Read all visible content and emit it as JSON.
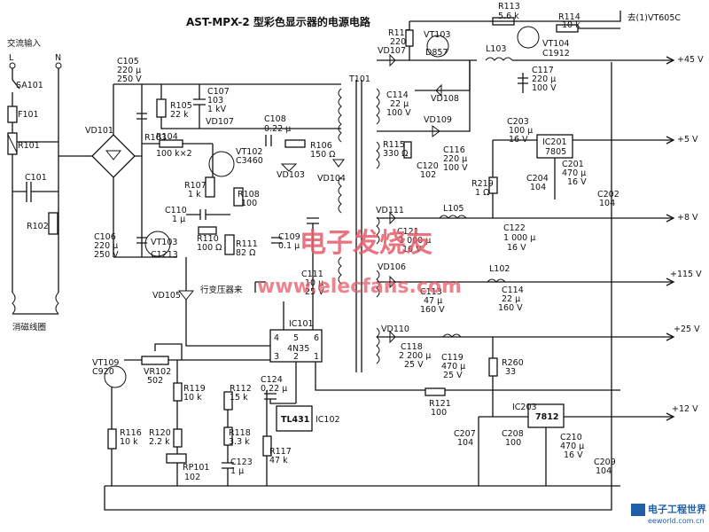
{
  "title": "AST-MPX-2 型彩色显示器的电源电路",
  "ac_input": {
    "label": "交流输入",
    "L": "L",
    "N": "N",
    "switch": "SA101",
    "fuse": "F101",
    "r101": "R101",
    "c101": "C101",
    "r102": "R102",
    "coil": "消磁线圈"
  },
  "rectifier": {
    "label": "VD101"
  },
  "components": {
    "c105": [
      "C105",
      "220 μ",
      "250 V"
    ],
    "c106": [
      "C106",
      "220 μ",
      "250 V"
    ],
    "r103": "R103",
    "r104": [
      "R104",
      "100 k×2"
    ],
    "r105": [
      "R105",
      "22 k"
    ],
    "c107": [
      "C107",
      "103",
      "1 kV"
    ],
    "vd107l": "VD107",
    "c108": [
      "C108",
      "0.22 μ"
    ],
    "vt102": [
      "VT102",
      "C3460"
    ],
    "vd103": "VD103",
    "r106": [
      "R106",
      "150 Ω"
    ],
    "vd104": "VD104",
    "r107": [
      "R107",
      "1 k"
    ],
    "r108": [
      "R108",
      "100"
    ],
    "c110": [
      "C110",
      "1 μ"
    ],
    "vt103l": [
      "VT103",
      "C1213"
    ],
    "r110": [
      "R110",
      "100 Ω"
    ],
    "r111": [
      "R111",
      "82 Ω"
    ],
    "c109": [
      "C109",
      "0.1 μ"
    ],
    "c111": [
      "C111",
      "10 μ",
      "25 V"
    ],
    "vd105": "VD105",
    "hvt": "行变压器来",
    "ic101": [
      "IC101",
      "4N35"
    ],
    "vt109": [
      "VT109",
      "C920"
    ],
    "vr102": [
      "VR102",
      "502"
    ],
    "r119": [
      "R119",
      "10 k"
    ],
    "r112": [
      "R112",
      "15 k"
    ],
    "c124": [
      "C124",
      "0.22 μ"
    ],
    "ic102": [
      "TL431",
      "IC102"
    ],
    "r116": [
      "R116",
      "10 k"
    ],
    "r120": [
      "R120",
      "2.2 k"
    ],
    "r118": [
      "R118",
      "3.3 k"
    ],
    "r117": [
      "R117",
      "47 k"
    ],
    "rp101": [
      "RP101",
      "102"
    ],
    "c123": [
      "C123",
      "1 μ"
    ],
    "t101": "T101",
    "r112b": [
      "R112",
      "220"
    ],
    "vt103r": [
      "VT103",
      "D857"
    ],
    "r113": [
      "R113",
      "5.6 k"
    ],
    "l103": "L103",
    "r114": [
      "R114",
      "10 k"
    ],
    "vt104": [
      "VT104",
      "C1912"
    ],
    "to_vt605c": "去(1)VT605C",
    "vd107r": "VD107",
    "c117": [
      "C117",
      "220 μ",
      "100 V"
    ],
    "c114a": [
      "C114",
      "22 μ",
      "100 V"
    ],
    "vd108": "VD108",
    "vd109": "VD109",
    "r115": [
      "R115",
      "330 Ω"
    ],
    "c120": [
      "C120",
      "102"
    ],
    "c116": [
      "C116",
      "220 μ",
      "100 V"
    ],
    "c203": [
      "C203",
      "100 μ",
      "16 V"
    ],
    "ic201": [
      "IC201",
      "7805"
    ],
    "r219": [
      "R219",
      "1 Ω"
    ],
    "c204": [
      "C204",
      "104"
    ],
    "c201": [
      "C201",
      "470 μ",
      "16 V"
    ],
    "c202": [
      "C202",
      "104"
    ],
    "vd111": "VD111",
    "l105": "L105",
    "c121": [
      "C121",
      "1 000 μ",
      "16 V"
    ],
    "c122": [
      "C122",
      "1 000 μ",
      "16 V"
    ],
    "vd106": "VD106",
    "l102": "L102",
    "c113": [
      "C113",
      "47 μ",
      "160 V"
    ],
    "c114b": [
      "C114",
      "22 μ",
      "160 V"
    ],
    "vd110": "VD110",
    "c118": [
      "C118",
      "2 200 μ",
      "25 V"
    ],
    "c119": [
      "C119",
      "470 μ",
      "25 V"
    ],
    "r260": [
      "R260",
      "33"
    ],
    "r121": [
      "R121",
      "100"
    ],
    "ic203": [
      "IC203",
      "7812"
    ],
    "c207": [
      "C207",
      "104"
    ],
    "c208": [
      "C208",
      "100"
    ],
    "c210": [
      "C210",
      "470 μ",
      "16 V"
    ],
    "c209": [
      "C209",
      "104"
    ]
  },
  "pins": [
    "4",
    "5",
    "6",
    "3",
    "2",
    "1"
  ],
  "outputs": [
    "+45 V",
    "+5 V",
    "+8 V",
    "+115 V",
    "+25 V",
    "+12 V"
  ],
  "watermark": {
    "cn": "电子发烧友",
    "url": "www.elecfans.com"
  },
  "footer": {
    "brand": "电子工程世界",
    "url": "eeworld.com.cn"
  }
}
